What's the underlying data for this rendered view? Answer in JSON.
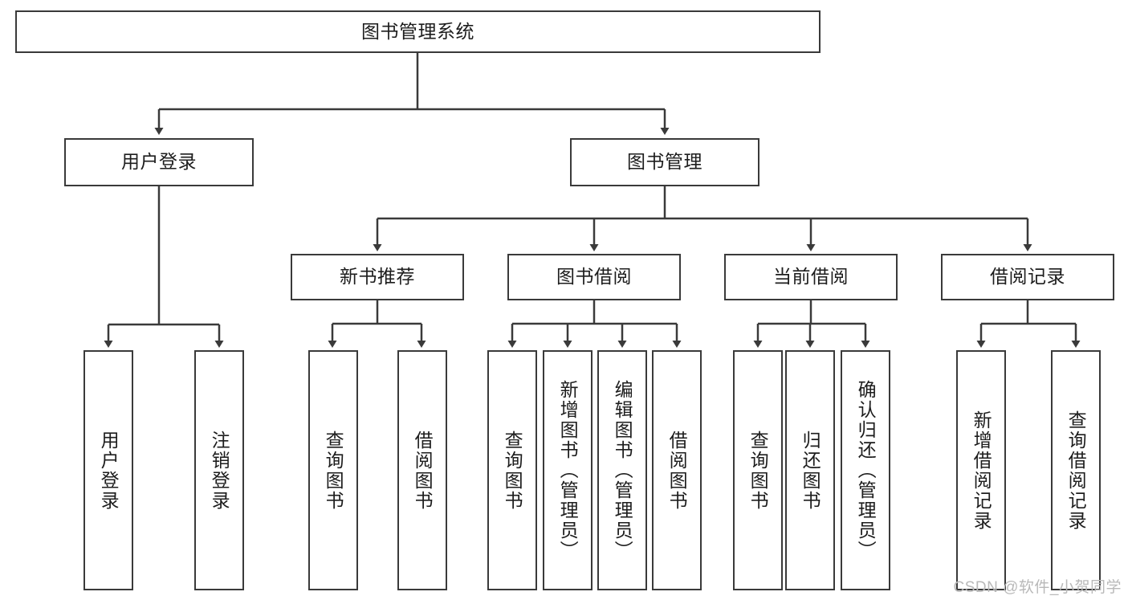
{
  "diagram": {
    "type": "tree",
    "title": "图书管理系统",
    "colors": {
      "border": "#3a3a3a",
      "text": "#1d1d1d",
      "background": "#ffffff",
      "connector": "#3a3a3a",
      "watermark": "#b9b9b9"
    },
    "root": {
      "label": "图书管理系统"
    },
    "level2": [
      {
        "label": "用户登录"
      },
      {
        "label": "图书管理"
      }
    ],
    "level3": [
      {
        "label": "新书推荐"
      },
      {
        "label": "图书借阅"
      },
      {
        "label": "当前借阅"
      },
      {
        "label": "借阅记录"
      }
    ],
    "leaves_login": [
      {
        "label": "用户登录"
      },
      {
        "label": "注销登录"
      }
    ],
    "leaves_newbook": [
      {
        "label": "查询图书"
      },
      {
        "label": "借阅图书"
      }
    ],
    "leaves_borrow": [
      {
        "label": "查询图书"
      },
      {
        "label": "新增图书（管理员）"
      },
      {
        "label": "编辑图书（管理员）"
      },
      {
        "label": "借阅图书"
      }
    ],
    "leaves_current": [
      {
        "label": "查询图书"
      },
      {
        "label": "归还图书"
      },
      {
        "label": "确认归还（管理员）"
      }
    ],
    "leaves_records": [
      {
        "label": "新增借阅记录"
      },
      {
        "label": "查询借阅记录"
      }
    ]
  },
  "watermark": {
    "text": "CSDN @软件_小贺同学"
  }
}
